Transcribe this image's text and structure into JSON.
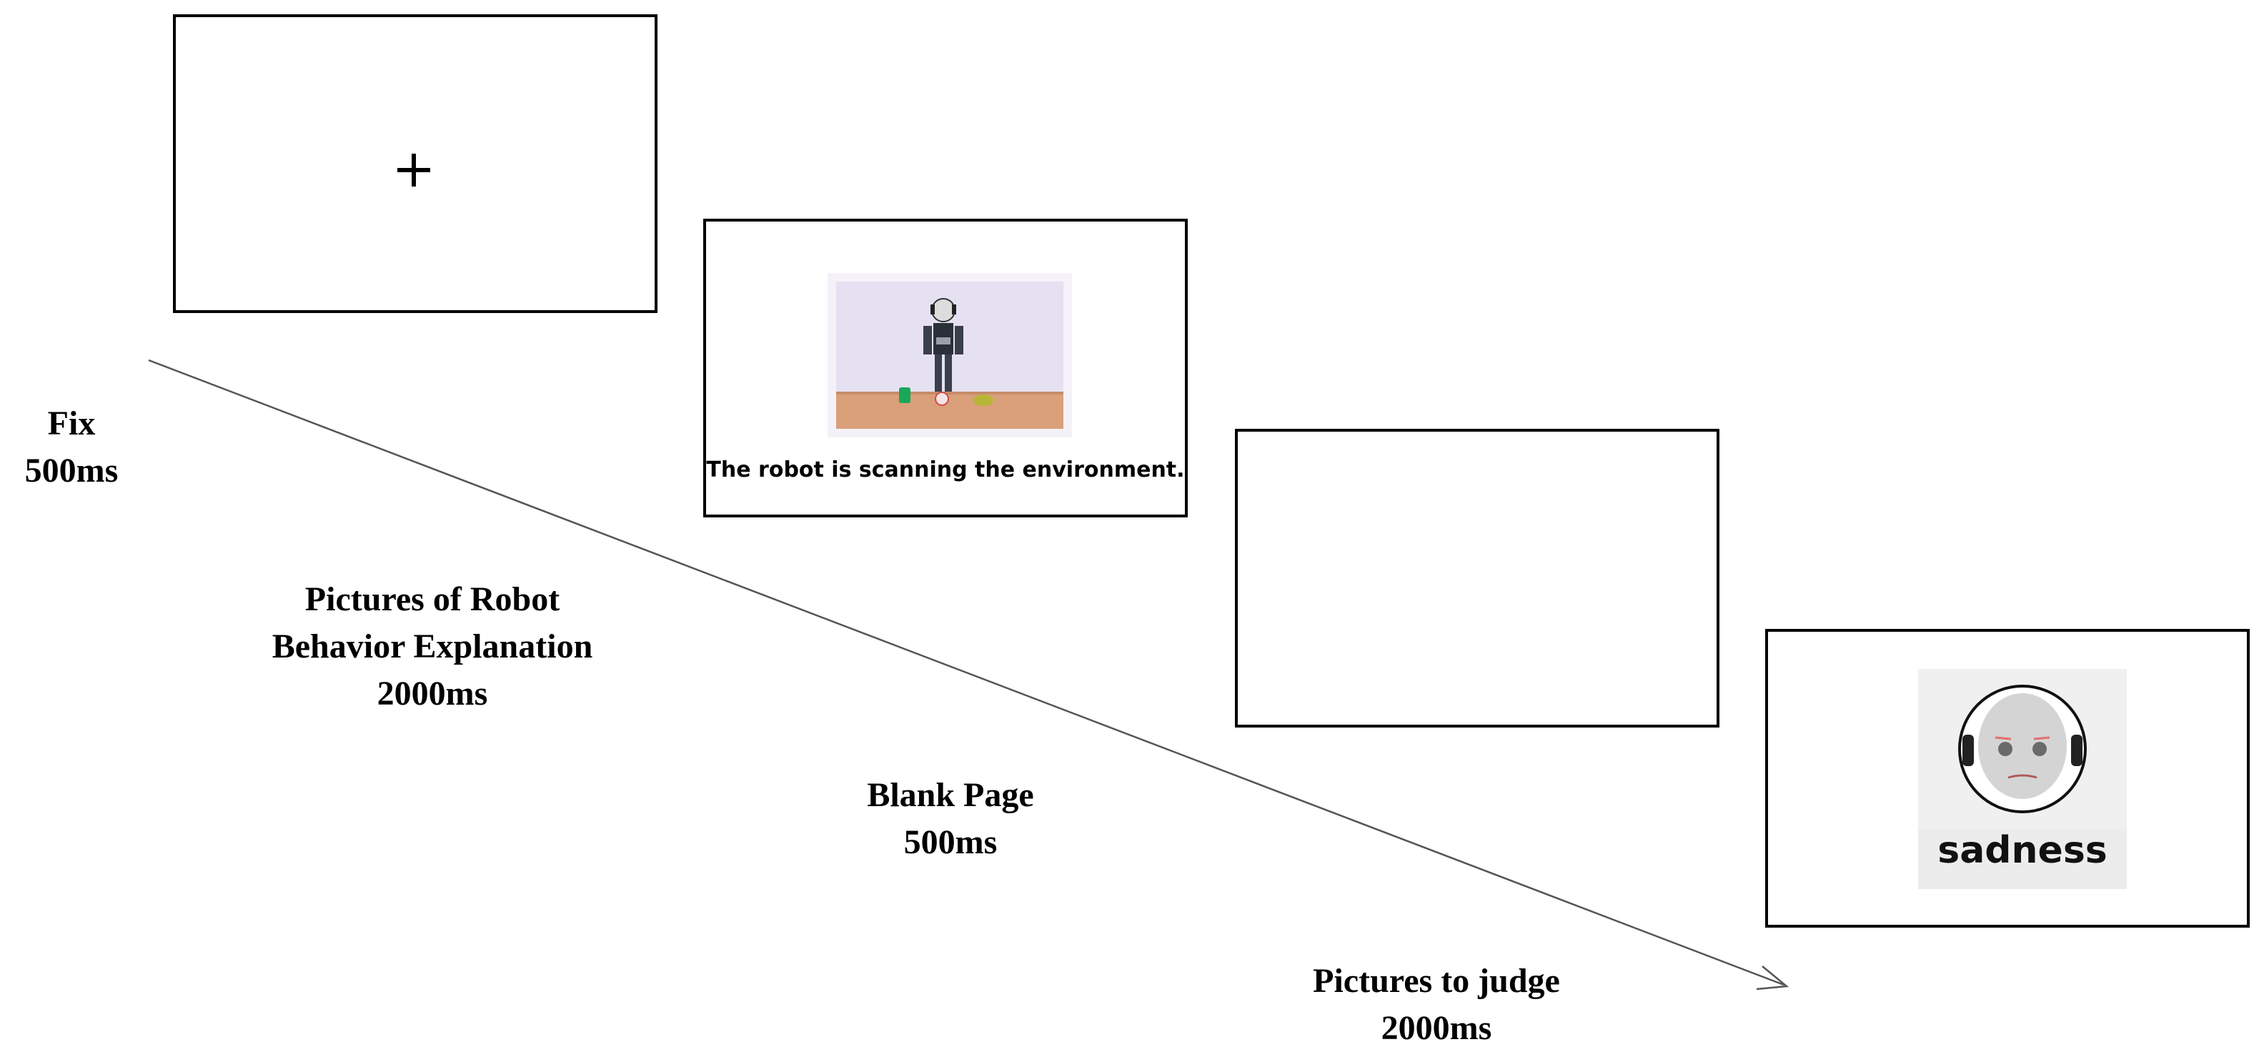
{
  "screens": {
    "fix": {
      "symbol": "+"
    },
    "explain": {
      "caption": "The robot is scanning the environment."
    },
    "blank": {},
    "judge": {
      "emotion_word": "sadness"
    }
  },
  "labels": {
    "fix": {
      "line1": "Fix",
      "line2": "500ms"
    },
    "explain": {
      "line1": "Pictures of Robot",
      "line2": "Behavior Explanation",
      "line3": "2000ms"
    },
    "blank": {
      "line1": "Blank Page",
      "line2": "500ms"
    },
    "judge": {
      "line1": "Pictures to judge",
      "line2": "2000ms"
    }
  },
  "colors": {
    "border": "#000000",
    "arrow": "#555555",
    "table": "#d9a07a",
    "wall": "#e6e1f2"
  }
}
